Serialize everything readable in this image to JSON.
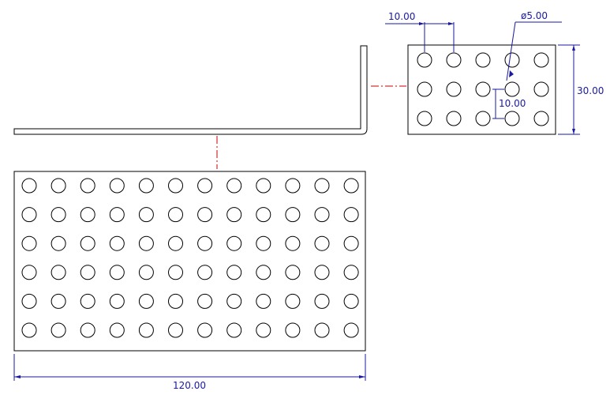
{
  "dimensions": {
    "hole_pitch": "10.00",
    "hole_diameter": "ø5.00",
    "row_pitch": "10.00",
    "flange_height": "30.00",
    "total_length": "120.00"
  },
  "colors": {
    "outline": "#000000",
    "dimension": "#1a1aa0",
    "center_line": "#cc0000"
  },
  "views": {
    "flange_holes": {
      "rows": 3,
      "cols": 5
    },
    "plan_holes": {
      "rows": 6,
      "cols": 12
    }
  }
}
